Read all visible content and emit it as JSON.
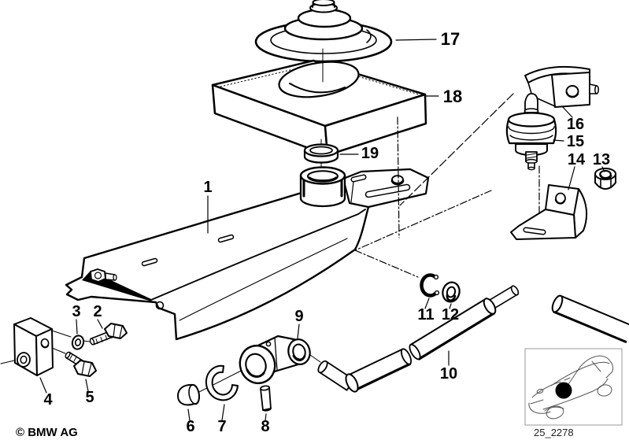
{
  "callouts": {
    "p1": "1",
    "p2": "2",
    "p3": "3",
    "p4": "4",
    "p5": "5",
    "p6": "6",
    "p7": "7",
    "p8": "8",
    "p9": "9",
    "p10": "10",
    "p11": "11",
    "p12": "12",
    "p13": "13",
    "p14": "14",
    "p15": "15",
    "p16": "16",
    "p17": "17",
    "p18": "18",
    "p19": "19"
  },
  "footer": {
    "copyright": "© BMW AG",
    "diagram_code": "25_2278"
  },
  "colors": {
    "ink": "#000000",
    "paper": "#ffffff",
    "thumbnail_border": "#999999"
  }
}
